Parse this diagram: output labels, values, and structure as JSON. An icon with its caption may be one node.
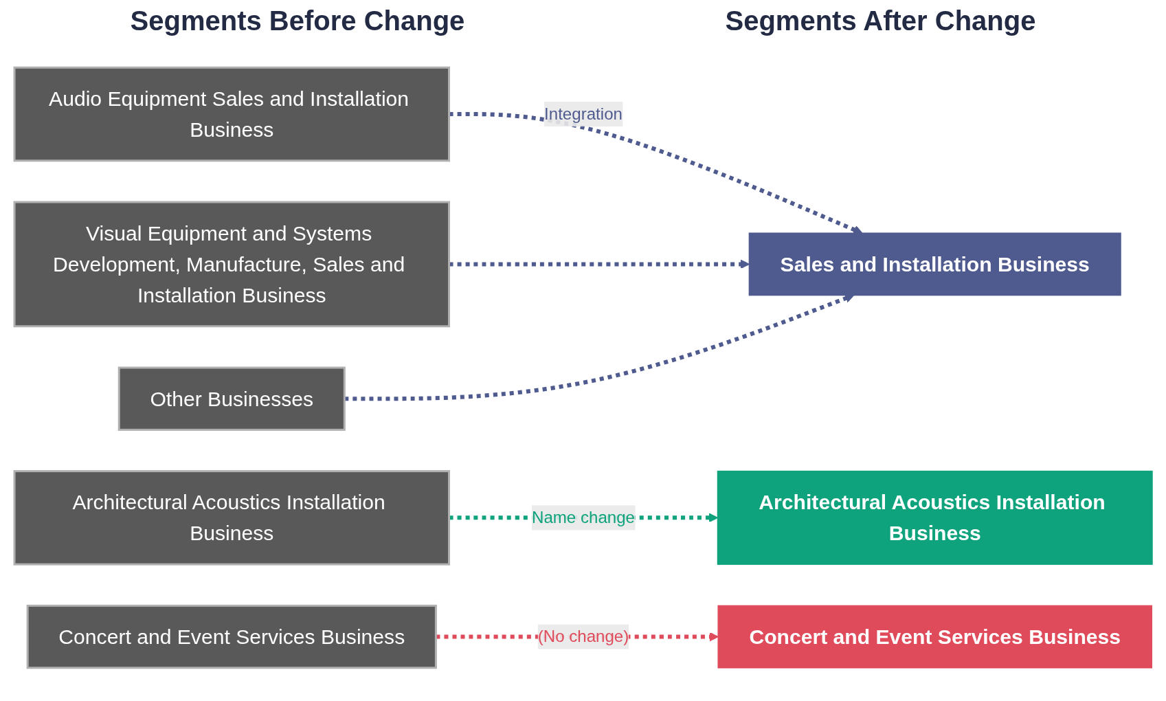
{
  "diagram": {
    "nodes": [
      {
        "text": [
          "Audio Equipment Sales and Installation Business"
        ]
      },
      {
        "text": [
          "Architectural Acoustics Installation Business"
        ]
      },
      {
        "text": [
          "Visual Equipment and Systems Development, Manufacture, Sales and Installation Business"
        ]
      },
      {
        "text": [
          "Concert and Event Services Business"
        ]
      },
      {
        "text": [
          "Other Businesses"
        ]
      },
      {
        "text": [
          "Sales and Installation Business"
        ]
      },
      {
        "text": [
          "Architectural Acoustics Installation Business"
        ]
      },
      {
        "text": [
          "Concert and Event Services Business"
        ]
      }
    ],
    "edges": [
      {
        "from": 0,
        "to": 5,
        "arrow": "to",
        "style": "dashed",
        "label": "Integration"
      },
      {
        "from": 2,
        "to": 5,
        "arrow": "to",
        "style": "dashed"
      },
      {
        "from": 4,
        "to": 5,
        "arrow": "to",
        "style": "dashed"
      },
      {
        "from": 1,
        "to": 6,
        "arrow": "to",
        "style": "dashed",
        "color": "#0ea37c",
        "label": "Name change"
      },
      {
        "from": 3,
        "to": 7,
        "arrow": "to",
        "style": "dashed",
        "color": "#e04b5c",
        "label": "(No change)"
      }
    ],
    "labels": [
      "Segments Before Change",
      "Segments After Change"
    ]
  }
}
